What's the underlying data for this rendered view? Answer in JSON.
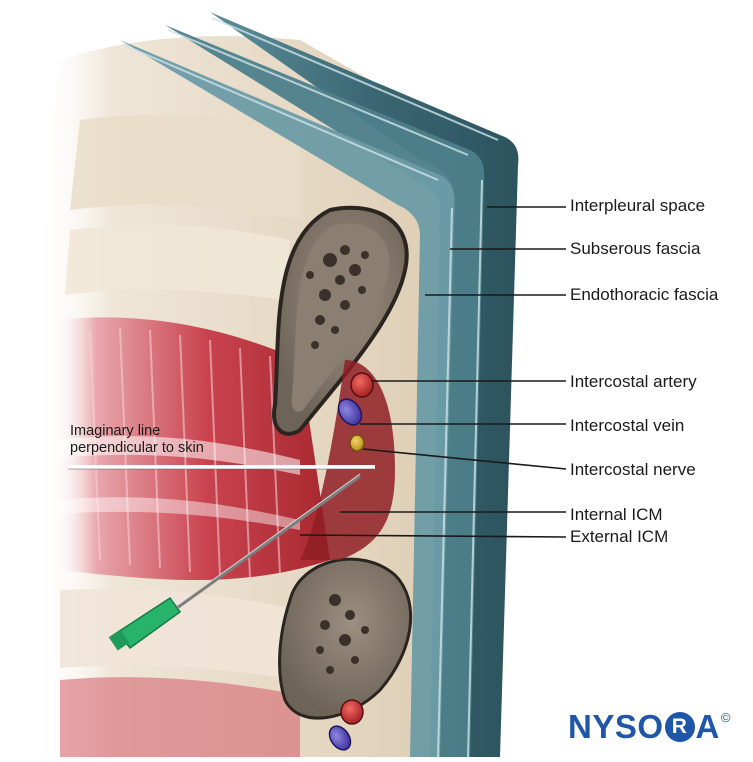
{
  "labels": {
    "interpleural_space": "Interpleural space",
    "subserous_fascia": "Subserous fascia",
    "endothoracic_fascia": "Endothoracic fascia",
    "intercostal_artery": "Intercostal artery",
    "intercostal_vein": "Intercostal vein",
    "intercostal_nerve": "Intercostal nerve",
    "internal_icm": "Internal ICM",
    "external_icm": "External ICM",
    "imaginary_line_1": "Imaginary line",
    "imaginary_line_2": "perpendicular to skin"
  },
  "logo": {
    "part_1": "NYSO",
    "part_r": "R",
    "part_a": "A",
    "copyright": "©"
  },
  "colors": {
    "logo_blue": "#1f56a7",
    "pleura_teal": "#3f6f7b",
    "muscle_red": "#b8363f",
    "bone_grey": "#7d7366",
    "needle_hub_green": "#27b36a"
  }
}
